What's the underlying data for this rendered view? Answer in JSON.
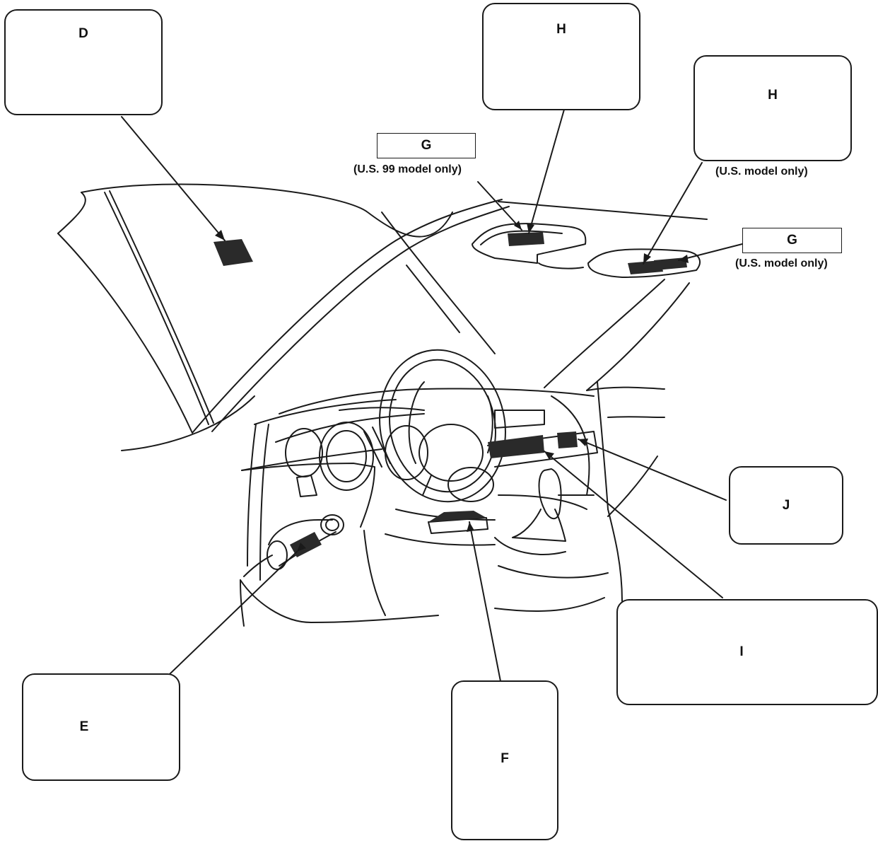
{
  "callouts": {
    "d": "D",
    "h1": "H",
    "h2": "H",
    "e": "E",
    "f": "F",
    "i": "I",
    "j": "J"
  },
  "labels": {
    "g1": "G",
    "g1_note": "(U.S. 99 model only)",
    "g2": "G",
    "g2_note": "(U.S. model only)",
    "h2_note": "(U.S. model only)"
  },
  "colors": {
    "ink": "#1a1a1a",
    "label_fill": "#2a2a2a"
  }
}
